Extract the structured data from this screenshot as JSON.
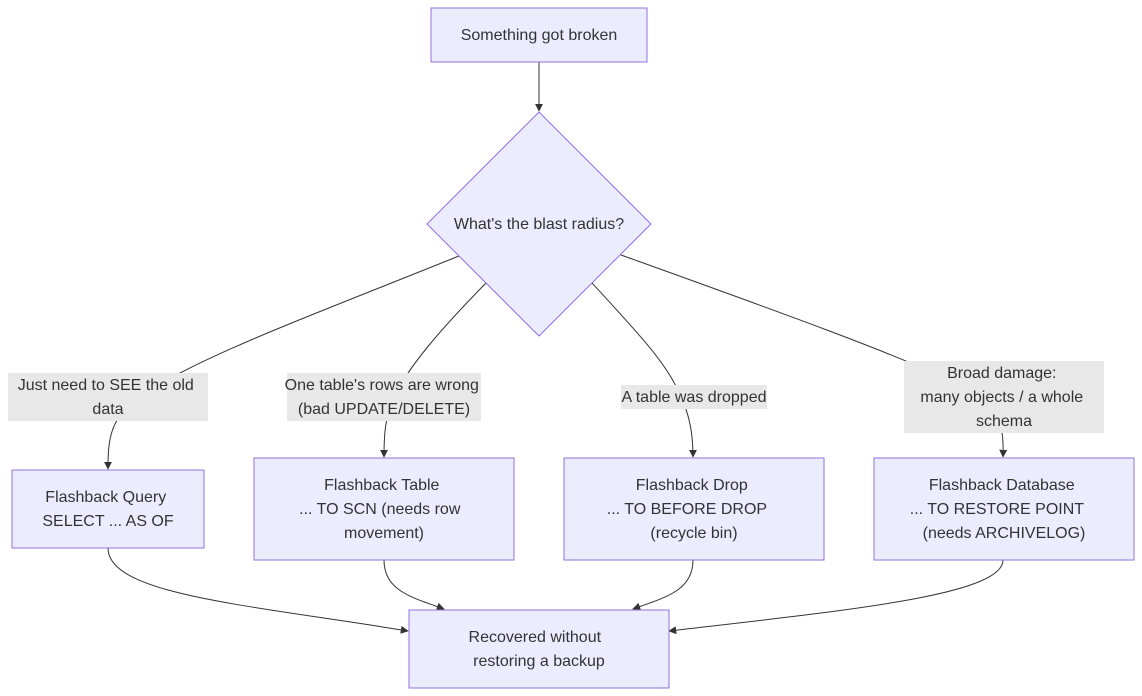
{
  "colors": {
    "node_fill": "#ECECFF",
    "node_stroke": "#9370DB",
    "edge": "#333333",
    "label_bg": "#E8E8E8",
    "text": "#333333"
  },
  "nodes": {
    "start": {
      "lines": [
        "Something got broken"
      ]
    },
    "decision": {
      "lines": [
        "What's the blast radius?"
      ]
    },
    "query": {
      "lines": [
        "Flashback Query",
        "SELECT ... AS OF"
      ]
    },
    "table": {
      "lines": [
        "Flashback Table",
        "... TO SCN  (needs row",
        "movement)"
      ]
    },
    "drop": {
      "lines": [
        "Flashback Drop",
        "... TO BEFORE DROP",
        "(recycle bin)"
      ]
    },
    "database": {
      "lines": [
        "Flashback Database",
        "... TO RESTORE POINT",
        "(needs ARCHIVELOG)"
      ]
    },
    "end": {
      "lines": [
        "Recovered without",
        "restoring a backup"
      ]
    }
  },
  "edge_labels": {
    "query": {
      "lines": [
        "Just need to SEE the old",
        "data"
      ]
    },
    "table": {
      "lines": [
        "One table's rows are wrong",
        "(bad UPDATE/DELETE)"
      ]
    },
    "drop": {
      "lines": [
        "A table was dropped"
      ]
    },
    "database": {
      "lines": [
        "Broad damage:",
        "many objects / a whole",
        "schema"
      ]
    }
  }
}
